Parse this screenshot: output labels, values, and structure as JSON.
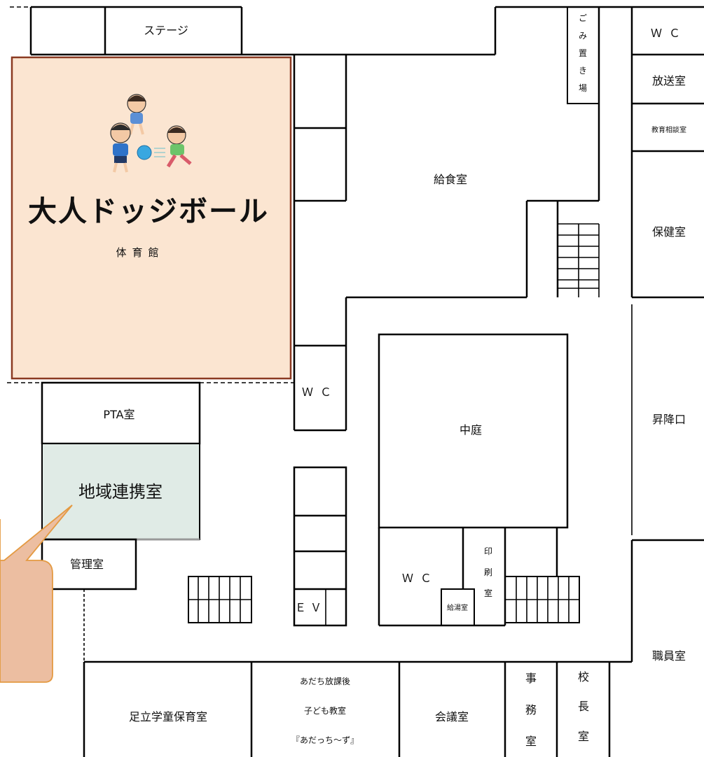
{
  "rooms": {
    "stage": "ステージ",
    "gym_event": "大人ドッジボール",
    "gym": "体育館",
    "gomi": [
      "ご",
      "み",
      "置",
      "き",
      "場"
    ],
    "wc_top": "ＷＣ",
    "housou": "放送室",
    "kyouiku_soudan": "教育相談室",
    "kyushoku": "給食室",
    "hoken": "保健室",
    "wc_mid": "ＷＣ",
    "pta": "PTA室",
    "chiiki": "地域連携室",
    "nakaniwa": "中庭",
    "shoukouguchi": "昇降口",
    "kanri": "管理室",
    "ev": "ＥＶ",
    "wc_lower": "ＷＣ",
    "insatsu": [
      "印",
      "刷",
      "室"
    ],
    "kyuto": "給湯室",
    "shokuin": "職員室",
    "gakudou": "足立学童保育室",
    "houkago": [
      "あだち放課後",
      "子ども教室",
      "『あだっち～ず』"
    ],
    "kaigi": "会議室",
    "jimu": [
      "事",
      "務",
      "室"
    ],
    "kouchou": [
      "校",
      "長",
      "室"
    ]
  },
  "colors": {
    "gym_fill": "#fbe5d1",
    "gym_border": "#8b3a22",
    "chiiki_fill": "#e0ebe6",
    "callout_fill": "#ecbea1",
    "callout_border": "#e49a42"
  },
  "icons": {
    "gym_illustration": "children-playing-dodgeball-icon"
  }
}
